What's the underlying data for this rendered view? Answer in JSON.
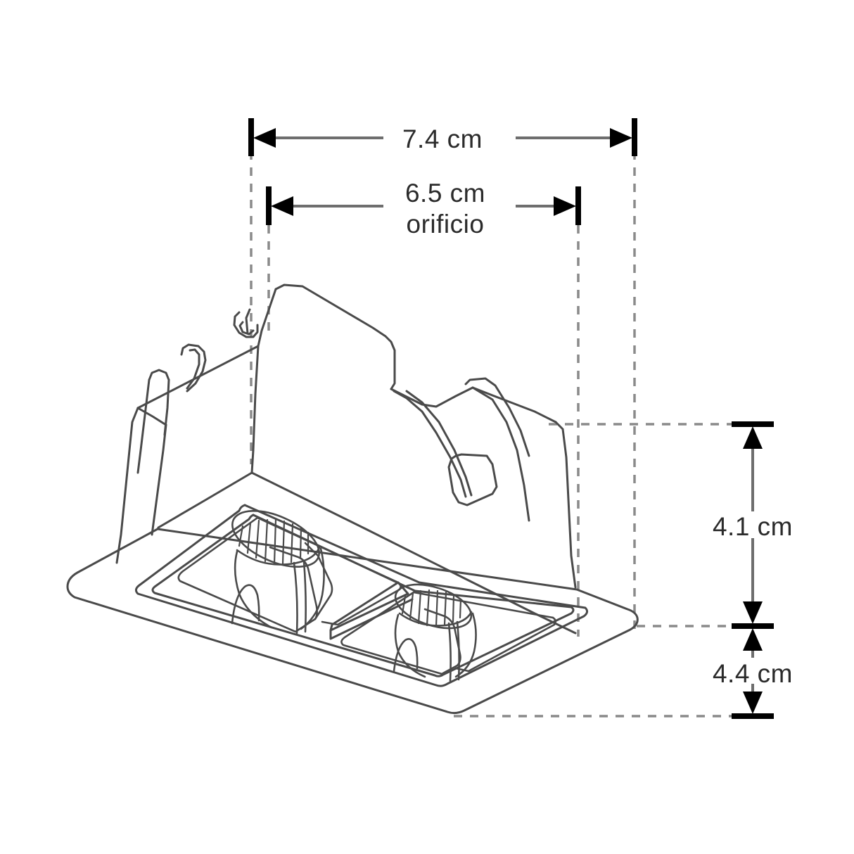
{
  "drawing": {
    "title": "Recessed twin LED downlight dimensional drawing",
    "units": "cm",
    "line_color": "#4a4a4a",
    "dim_line_color": "#6e6e6e",
    "tick_color": "#000000",
    "text_color": "#2b2b2b",
    "background": "#ffffff"
  },
  "dimensions": {
    "overall_width": {
      "label": "7.4 cm",
      "value": 7.4,
      "unit": "cm",
      "orientation": "horizontal",
      "position": "top"
    },
    "cutout_width": {
      "label_line1": "6.5 cm",
      "label_line2": "orificio",
      "value": 6.5,
      "unit": "cm",
      "orientation": "horizontal",
      "position": "top",
      "note": "orificio"
    },
    "body_height": {
      "label": "4.1 cm",
      "value": 4.1,
      "unit": "cm",
      "orientation": "vertical",
      "position": "right-upper"
    },
    "depth_below": {
      "label": "4.4 cm",
      "value": 4.4,
      "unit": "cm",
      "orientation": "vertical",
      "position": "right-lower"
    }
  },
  "product": {
    "type": "recessed-downlight",
    "lamp_count": 2,
    "view": "isometric",
    "features": [
      "square-bezel-flange",
      "twin-reflector-cells",
      "ribbed-led-cones",
      "spring-clips"
    ]
  }
}
